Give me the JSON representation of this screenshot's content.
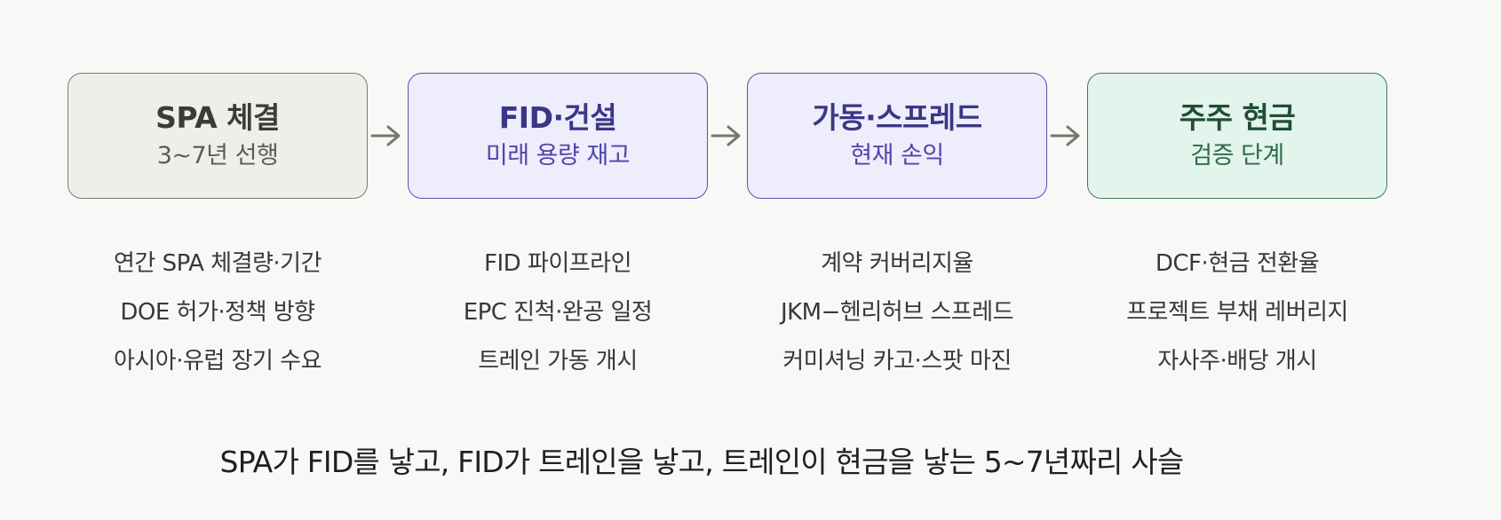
{
  "colors": {
    "arrow": "#76766f",
    "stage_1": {
      "fill": "#efeeea",
      "border": "#7c7b75",
      "title": "#3b3b38",
      "sub": "#5d5c57"
    },
    "stage_2": {
      "fill": "#eeedfc",
      "border": "#5a4fb0",
      "title": "#3d3585",
      "sub": "#5145a8"
    },
    "stage_3": {
      "fill": "#eeedfc",
      "border": "#5a4fb0",
      "title": "#3d3585",
      "sub": "#5145a8"
    },
    "stage_4": {
      "fill": "#e3f4ec",
      "border": "#3f7a5e",
      "title": "#1f4d39",
      "sub": "#2e6b4f"
    }
  },
  "stages": [
    {
      "title": "SPA 체결",
      "subtitle": "3~7년 선행",
      "metrics": [
        "연간 SPA 체결량·기간",
        "DOE 허가·정책 방향",
        "아시아·유럽 장기 수요"
      ]
    },
    {
      "title": "FID·건설",
      "subtitle": "미래 용량 재고",
      "metrics": [
        "FID 파이프라인",
        "EPC 진척·완공 일정",
        "트레인 가동 개시"
      ]
    },
    {
      "title": "가동·스프레드",
      "subtitle": "현재 손익",
      "metrics": [
        "계약 커버리지율",
        "JKM−헨리허브 스프레드",
        "커미셔닝 카고·스팟 마진"
      ]
    },
    {
      "title": "주주 현금",
      "subtitle": "검증 단계",
      "metrics": [
        "DCF·현금 전환율",
        "프로젝트 부채 레버리지",
        "자사주·배당 개시"
      ]
    }
  ],
  "caption": "SPA가 FID를 낳고, FID가 트레인을 낳고, 트레인이 현금을 낳는 5~7년짜리 사슬"
}
